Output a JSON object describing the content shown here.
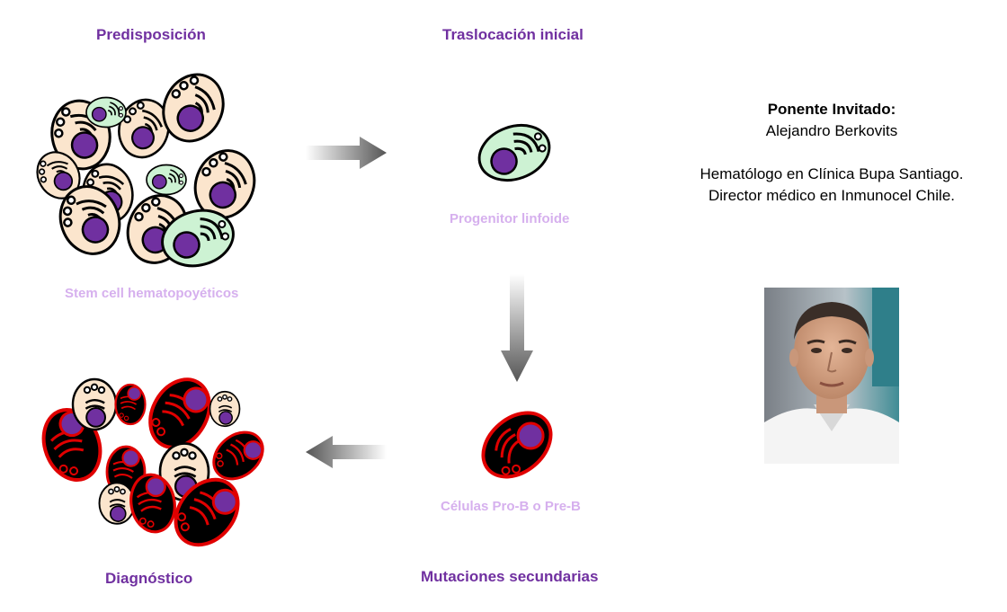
{
  "stages": {
    "predisposition": "Predisposición",
    "initial_translocation": "Traslocación  inicial",
    "secondary_mutations": "Mutaciones  secundarias",
    "diagnosis": "Diagnóstico"
  },
  "cell_labels": {
    "stem_cells": "Stem cell hematopoyéticos",
    "lymphoid_progenitor": "Progenitor linfoide",
    "pro_pre_b": "Células Pro-B o Pre-B"
  },
  "speaker": {
    "heading": "Ponente Invitado:",
    "name": "Alejandro Berkovits",
    "role_1": "Hematólogo en Clínica Bupa Santiago.",
    "role_2": "Director médico en Inmunocel Chile."
  },
  "colors": {
    "title": "#7030a0",
    "sublabel": "#d6b0ee",
    "nucleus": "#7030a0",
    "stem_fill": "#fbe5cd",
    "progenitor_fill": "#cdf2d3",
    "malignant_fill": "#000000",
    "malignant_stroke": "#e00000"
  }
}
